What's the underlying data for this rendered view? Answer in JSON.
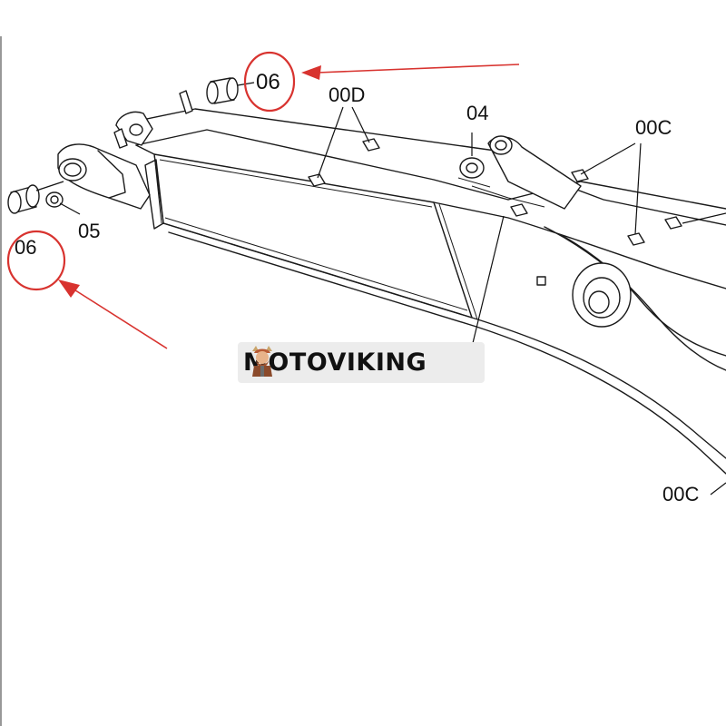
{
  "diagram": {
    "part_labels": {
      "top_bushing": "06",
      "left_bushing": "06",
      "pin_bush": "05",
      "grease_fitting": "04",
      "pad_top": "00D",
      "pad_right_top": "00C",
      "pad_right_bottom": "00C"
    },
    "highlight_color": "#d8332f"
  },
  "watermark": {
    "brand": "MOTOVIKING",
    "logo_icon": "viking-mascot-icon"
  }
}
